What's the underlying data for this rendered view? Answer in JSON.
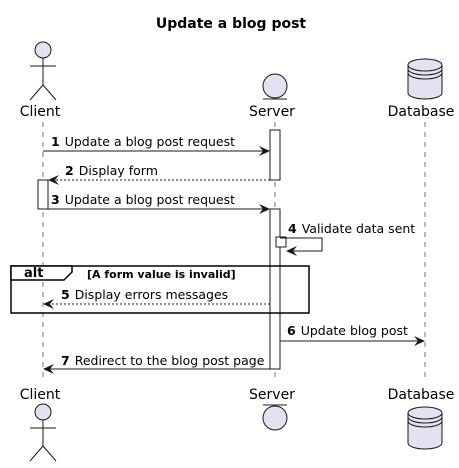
{
  "title": "Update a blog post",
  "participants": {
    "client": {
      "label": "Client",
      "kind": "actor"
    },
    "server": {
      "label": "Server",
      "kind": "entity"
    },
    "database": {
      "label": "Database",
      "kind": "database"
    }
  },
  "messages": [
    {
      "num": "1",
      "text": "Update a blog post request",
      "from": "client",
      "to": "server",
      "style": "solid"
    },
    {
      "num": "2",
      "text": "Display form",
      "from": "server",
      "to": "client",
      "style": "dashed"
    },
    {
      "num": "3",
      "text": "Update a blog post request",
      "from": "client",
      "to": "server",
      "style": "solid"
    },
    {
      "num": "4",
      "text": "Validate data sent",
      "from": "server",
      "to": "server",
      "style": "solid"
    },
    {
      "num": "5",
      "text": "Display errors messages",
      "from": "server",
      "to": "client",
      "style": "dashed"
    },
    {
      "num": "6",
      "text": "Update blog post",
      "from": "server",
      "to": "database",
      "style": "solid"
    },
    {
      "num": "7",
      "text": "Redirect to the blog post page",
      "from": "server",
      "to": "client",
      "style": "solid"
    }
  ],
  "alt": {
    "label": "alt",
    "condition": "[A form value is invalid]"
  },
  "colors": {
    "participant_fill": "#E2E2F0",
    "stroke": "#181818"
  }
}
